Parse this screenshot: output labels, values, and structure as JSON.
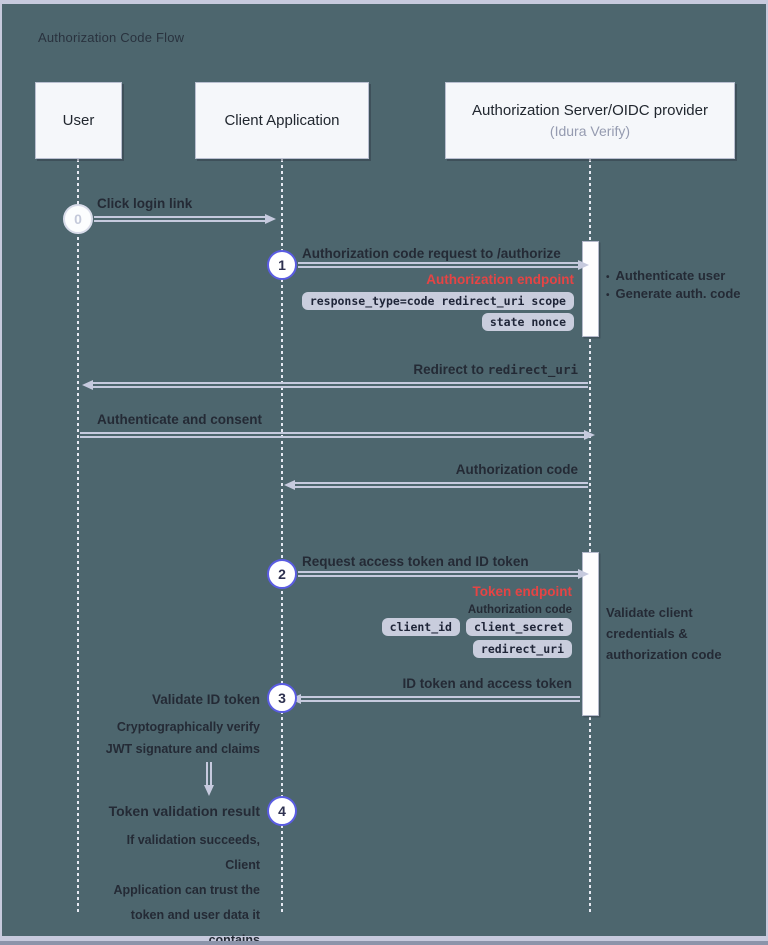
{
  "title": "Authorization Code Flow",
  "actors": {
    "user": {
      "label": "User"
    },
    "client": {
      "label": "Client Application"
    },
    "server": {
      "label": "Authorization Server/OIDC provider",
      "subtitle": "(Idura Verify)"
    }
  },
  "steps": {
    "s0": {
      "num": "0",
      "label": "Click login link"
    },
    "s1": {
      "num": "1",
      "label": "Authorization code request to /authorize",
      "endpoint": "Authorization endpoint",
      "params_row1": "response_type=code redirect_uri scope",
      "params_row2": "state nonce",
      "server_actions": {
        "a": "Authenticate user",
        "b": "Generate auth. code",
        "bullet": "•"
      }
    },
    "redirect": {
      "prefix": "Redirect to ",
      "code": "redirect_uri"
    },
    "consent": {
      "label": "Authenticate and consent"
    },
    "auth_code": {
      "label": "Authorization code"
    },
    "s2": {
      "num": "2",
      "label": "Request access token and ID token",
      "endpoint": "Token endpoint",
      "subheading": "Authorization code",
      "chip1": "client_id",
      "chip2": "client_secret",
      "chip3": "redirect_uri",
      "server_note": "Validate client\ncredentials &\nauthorization code"
    },
    "id_token": {
      "label": "ID token and access token"
    },
    "s3": {
      "num": "3",
      "label": "Validate ID token",
      "note": "Cryptographically verify\nJWT signature and claims"
    },
    "s4": {
      "num": "4",
      "label": "Token validation result",
      "note": "If validation succeeds, Client\nApplication can trust the\ntoken and user data it\ncontains"
    }
  },
  "colors": {
    "background": "#4d666e",
    "frame": "#c7cadd",
    "accent_red": "#e64444",
    "accent_purple": "#5a5ce2",
    "chip_bg": "#c9cddd",
    "box_bg": "#f5f7fa",
    "text_dark": "#21272f"
  }
}
